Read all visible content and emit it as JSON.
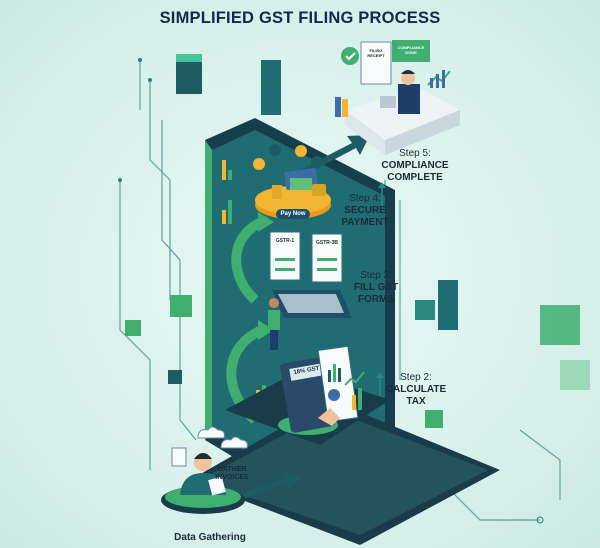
{
  "title": "SIMPLIFIED GST FILING PROCESS",
  "steps": [
    {
      "step": "Step 5:",
      "name_line1": "COMPLIANCE",
      "name_line2": "COMPLETE"
    },
    {
      "step": "Step 4:",
      "name_line1": "SECURE",
      "name_line2": "PAYMENT"
    },
    {
      "step": "Step 3:",
      "name_line1": "FILL GST",
      "name_line2": "FORMS"
    },
    {
      "step": "Step 2:",
      "name_line1": "CALCULATE",
      "name_line2": "TAX"
    }
  ],
  "step1": {
    "caption_line1": "GATHER",
    "caption_line2": "INVOICES",
    "label": "Data Gathering"
  },
  "pay_button": "Pay Now",
  "forms": [
    "GSTR-1",
    "GSTR-3B"
  ],
  "calculator_display": "18% GST",
  "receipt": "FILING RECEIPT",
  "compliance_sign": "COMPLIANCE DONE",
  "colors": {
    "dark_teal": "#1f4f5c",
    "green": "#3fae6e",
    "navy": "#13294a",
    "gold": "#f2b632"
  }
}
